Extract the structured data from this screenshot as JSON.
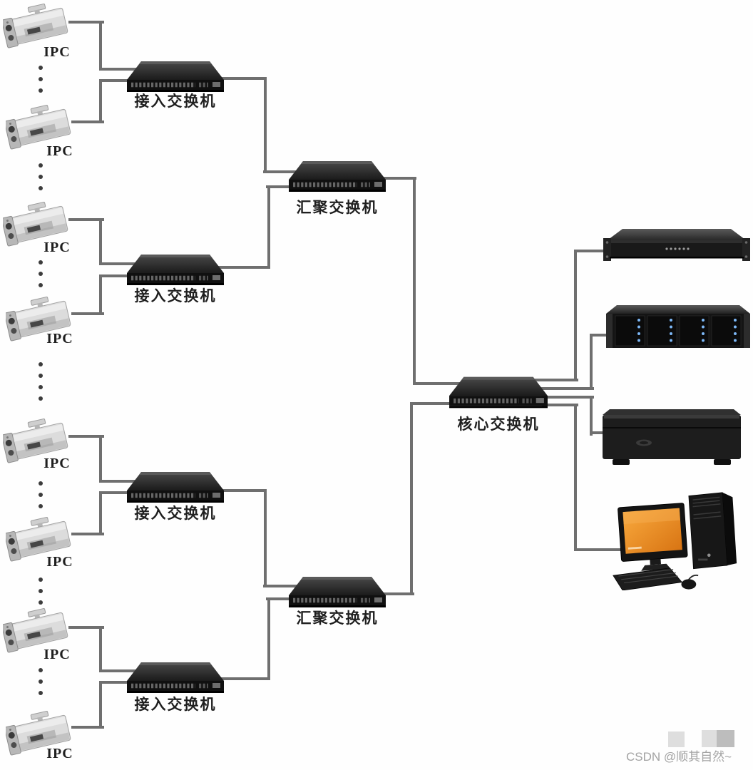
{
  "labels": {
    "ipc": "IPC",
    "access_switch": "接入交换机",
    "aggregation_switch": "汇聚交换机",
    "core_switch": "核心交换机"
  },
  "watermark": {
    "text": "CSDN @顺其自然~"
  },
  "topology": {
    "camera_groups": [
      {
        "cameras": [
          "IPC",
          "IPC"
        ],
        "switch": "接入交换机",
        "uplink": "汇聚交换机-1"
      },
      {
        "cameras": [
          "IPC",
          "IPC"
        ],
        "switch": "接入交换机",
        "uplink": "汇聚交换机-1"
      },
      {
        "cameras": [
          "IPC",
          "IPC"
        ],
        "switch": "接入交换机",
        "uplink": "汇聚交换机-2"
      },
      {
        "cameras": [
          "IPC",
          "IPC"
        ],
        "switch": "接入交换机",
        "uplink": "汇聚交换机-2"
      }
    ],
    "aggregation_switches": [
      "汇聚交换机-1",
      "汇聚交换机-2"
    ],
    "core": "核心交换机",
    "core_connected_devices": [
      "rack-server",
      "storage-array",
      "nvr-box",
      "workstation-pc"
    ]
  },
  "icons": {
    "ipc_camera": "bullet-ip-camera",
    "network_switch": "1u-rack-switch",
    "rack_server": "1u-rack-server-with-ears",
    "storage_array": "disk-array-with-blue-leds",
    "nvr": "black-nvr-box",
    "workstation": "desktop-pc-orange-monitor"
  },
  "colors": {
    "background": "#fefefe",
    "cable": "#6f6f6f",
    "label_text": "#1f1f1f",
    "switch_body": "#101010",
    "monitor_screen": "#ef8c1f",
    "storage_led": "#7db8f7",
    "watermark_text": "#a3a3a3",
    "watermark_squares": [
      "#dedede",
      "#dedede",
      "#bdbdbd"
    ]
  }
}
